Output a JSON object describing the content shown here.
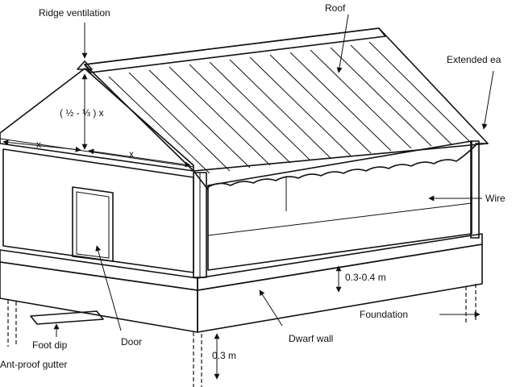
{
  "labels": {
    "ridge_ventilation": "Ridge ventilation",
    "roof": "Roof",
    "extended_eaves": "Extended ea",
    "gable_height": "( ½ - ⅓ ) x",
    "x_left": "x",
    "x_right": "x",
    "wire": "Wire",
    "door": "Door",
    "height_dwarf": "0.3-0.4 m",
    "foundation": "Foundation",
    "dwarf_wall": "Dwarf wall",
    "foot_dip": "Foot dip",
    "ant_proof_gutter": "Ant-proof gutter",
    "height_foundation": "0.3 m"
  },
  "colors": {
    "ink": "#111111",
    "paper": "#ffffff"
  }
}
